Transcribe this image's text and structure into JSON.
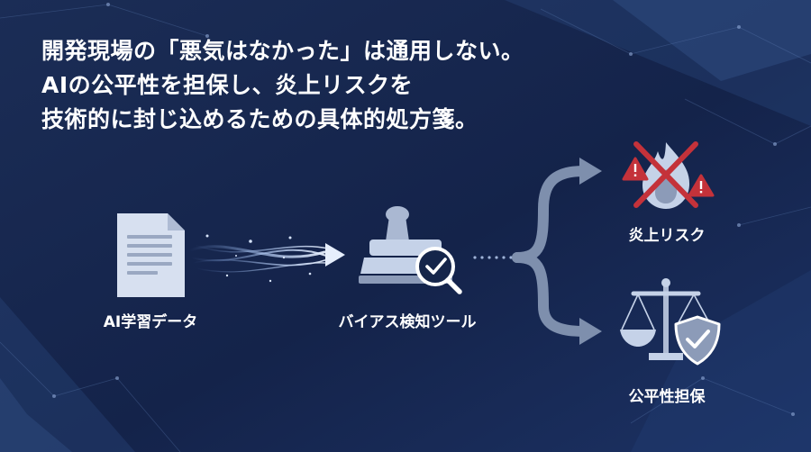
{
  "headline": {
    "line1": "開発現場の「悪気はなかった」は通用しない。",
    "line2": "AIの公平性を担保し、炎上リスクを",
    "line3": "技術的に封じ込めるための具体的処方箋。"
  },
  "flow": {
    "source_label": "AI学習データ",
    "tool_label": "バイアス検知ツール",
    "risk_label": "炎上リスク",
    "fair_label": "公平性担保"
  },
  "colors": {
    "background": "#15254a",
    "text": "#ffffff",
    "icon_light": "#c5d2e8",
    "icon_mid": "#8c9bb8",
    "alert_red": "#c4323a"
  },
  "icons": {
    "source": "document-icon",
    "tool": "stamp-magnifier-icon",
    "risk": "flame-crossed-icon",
    "fair": "scales-shield-icon"
  }
}
